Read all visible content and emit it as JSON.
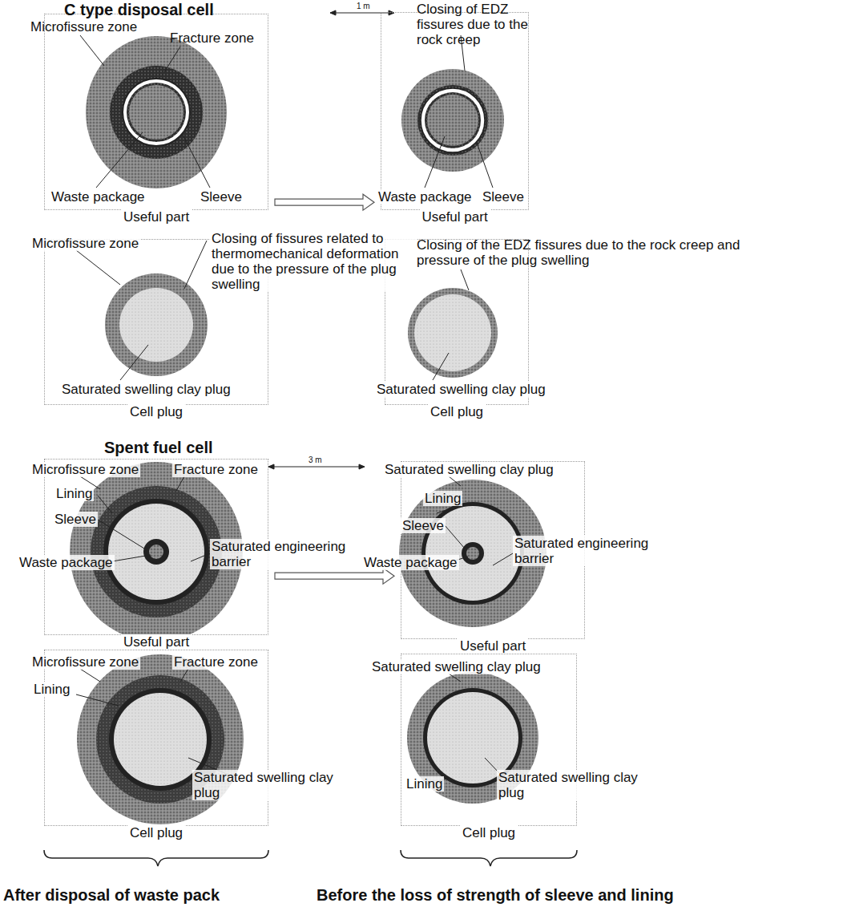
{
  "diagram": {
    "nodes": [
      {
        "text": [
          "Useful part"
        ]
      },
      {
        "text": [
          "Useful part"
        ]
      },
      {
        "text": [
          "Cell plug"
        ]
      },
      {
        "text": [
          "Cell plug"
        ]
      },
      {
        "text": [
          "Useful part"
        ]
      },
      {
        "text": [
          "Useful part"
        ]
      },
      {
        "text": [
          "Cell plug"
        ]
      },
      {
        "text": [
          "Cell plug"
        ]
      }
    ],
    "edges": [
      {
        "from": 0,
        "to": 1,
        "arrow": "to"
      },
      {
        "from": 4,
        "to": 5,
        "arrow": "to"
      }
    ],
    "labels": [
      "C type disposal cell",
      "1 m",
      "Microfissure zone",
      "Fracture zone",
      "Waste package",
      "Sleeve",
      "Closing of EDZ fissures due to the rock creep",
      "Waste package",
      "Sleeve",
      "Microfissure zone",
      "Closing of fissures related to thermomechanical deformation due to the pressure of the plug swelling",
      "Saturated swelling clay plug",
      "Closing of the EDZ fissures due to the rock creep and pressure of the plug swelling",
      "Saturated swelling clay plug",
      "Spent fuel cell",
      "3 m",
      "Microfissure zone",
      "Fracture zone",
      "Lining",
      "Sleeve",
      "Waste package",
      "Saturated engineering barrier",
      "Saturated swelling clay plug",
      "Lining",
      "Sleeve",
      "Waste package",
      "Saturated engineering barrier",
      "Microfissure zone",
      "Fracture zone",
      "Lining",
      "Saturated swelling clay plug",
      "Saturated swelling clay plug",
      "Lining",
      "Saturated swelling clay plug",
      "After disposal of waste pack",
      "Before the loss of strength of sleeve and lining"
    ]
  }
}
